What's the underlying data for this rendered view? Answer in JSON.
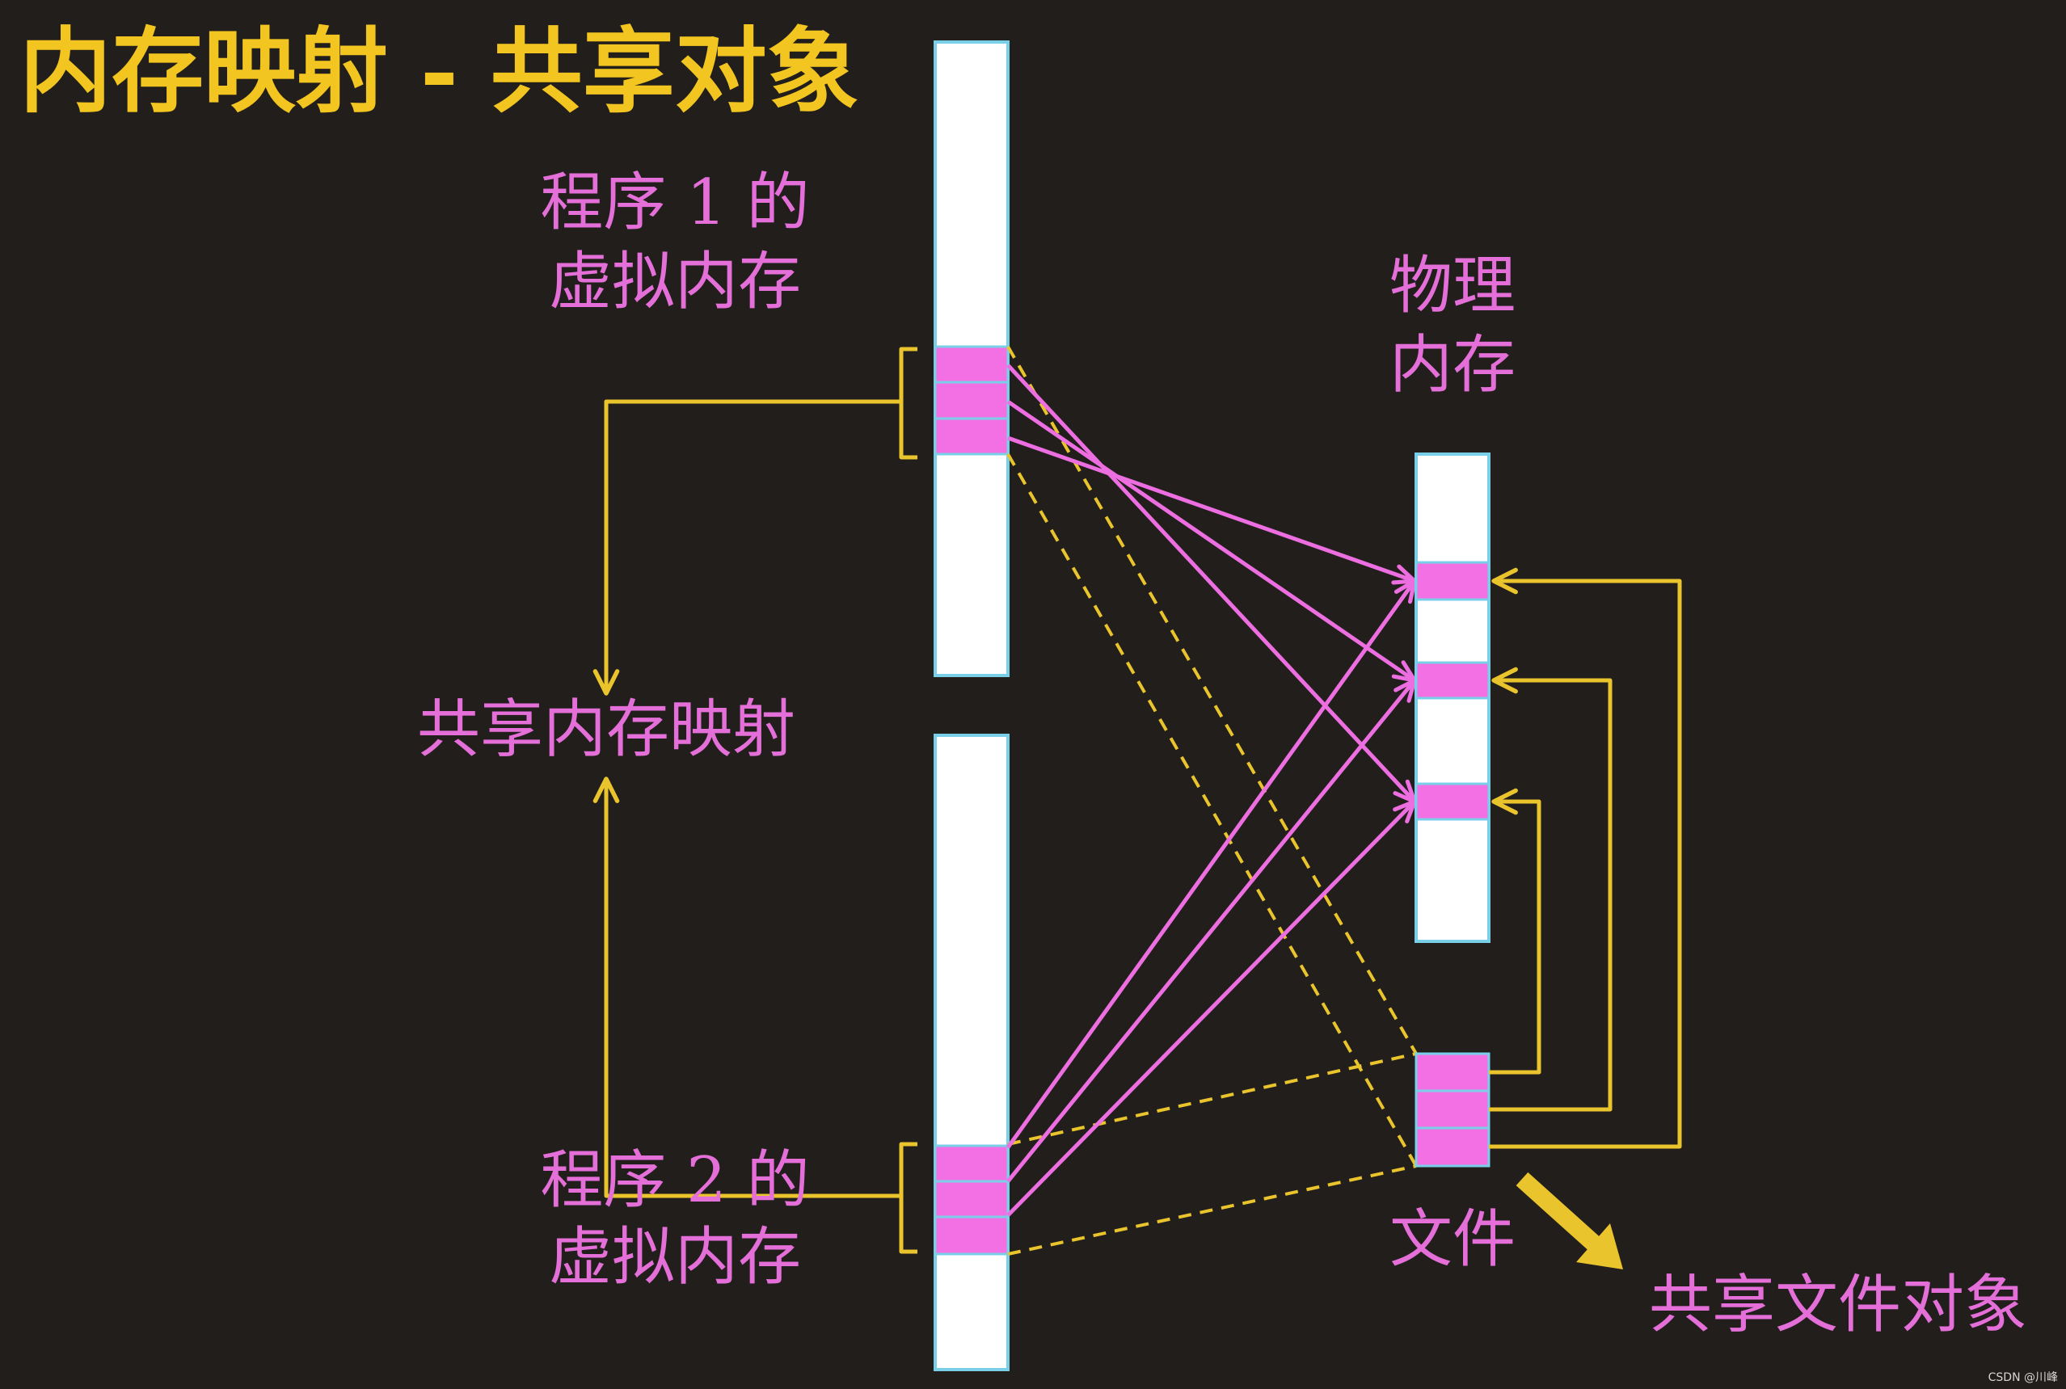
{
  "title": "内存映射 - 共享对象",
  "program1": {
    "line1": "程序 1 的",
    "line2": "虚拟内存"
  },
  "program2": {
    "line1": "程序 2 的",
    "line2": "虚拟内存"
  },
  "shared_memory_mapping": "共享内存映射",
  "physical_memory": {
    "line1": "物理",
    "line2": "内存"
  },
  "file": "文件",
  "shared_file_object": "共享文件对象",
  "watermark": "CSDN @川峰",
  "colors": {
    "background": "#221e1b",
    "title": "#f2c520",
    "yellow": "#e9c42c",
    "pink_text": "#e46fd8",
    "pink_block": "#f270e4",
    "pink_line": "#ec6ee0",
    "bar_fill": "#ffffff",
    "bar_border": "#79cfe8"
  }
}
